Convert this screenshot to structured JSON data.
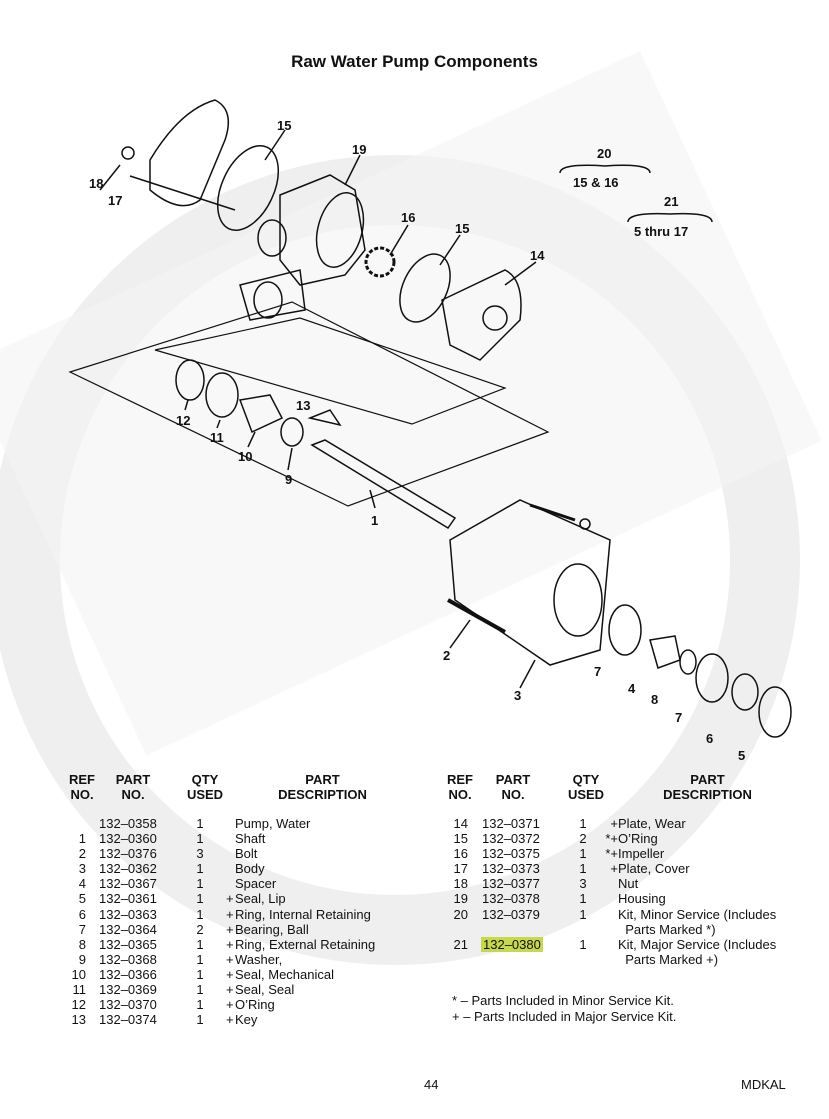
{
  "title": "Raw Water Pump Components",
  "callouts": {
    "c1": "1",
    "c2": "2",
    "c3": "3",
    "c4": "4",
    "c5": "5",
    "c6": "6",
    "c7a": "7",
    "c7b": "7",
    "c8": "8",
    "c9": "9",
    "c10": "10",
    "c11": "11",
    "c12": "12",
    "c13": "13",
    "c14": "14",
    "c15a": "15",
    "c15b": "15",
    "c16": "16",
    "c17": "17",
    "c18": "18",
    "c19": "19",
    "c20": "20",
    "c20_range": "15  &  16",
    "c21": "21",
    "c21_range": "5   thru   17"
  },
  "headers": {
    "ref": "REF\nNO.",
    "part": "PART\nNO.",
    "qty": "QTY\nUSED",
    "desc": "PART\nDESCRIPTION"
  },
  "left_table": {
    "ref": "\n1\n2\n3\n4\n5\n6\n7\n8\n9\n10\n11\n12\n13",
    "part": "132–0358\n132–0360\n132–0376\n132–0362\n132–0367\n132–0361\n132–0363\n132–0364\n132–0365\n132–0368\n132–0366\n132–0369\n132–0370\n132–0374",
    "qty": "1\n1\n3\n1\n1\n1\n1\n2\n1\n1\n1\n1\n1\n1",
    "mark": "\n\n\n\n\n+\n+\n+\n+\n+\n+\n+\n+\n+",
    "desc": "Pump, Water\nShaft\nBolt\nBody\nSpacer\nSeal, Lip\nRing, Internal Retaining\nBearing, Ball\nRing, External Retaining\nWasher,\nSeal, Mechanical\nSeal, Seal\nO’Ring\nKey"
  },
  "right_table": {
    "ref": "14\n15\n16\n17\n18\n19\n20\n\n21",
    "part_top": "132–0371\n132–0372\n132–0375\n132–0373\n132–0377\n132–0378\n132–0379",
    "part_hl": "132–0380",
    "qty": "1\n2\n1\n1\n3\n1\n1\n\n1",
    "mark": "+\n*+\n*+\n+",
    "desc": "Plate, Wear\nO’Ring\nImpeller\nPlate, Cover\nNut\nHousing\nKit, Minor Service (Includes\n  Parts Marked *)\nKit, Major Service (Includes\n  Parts Marked +)"
  },
  "notes": {
    "minor": "*  –  Parts Included in Minor Service Kit.",
    "major": "+  –  Parts Included in Major Service Kit."
  },
  "footer": {
    "page": "44",
    "code": "MDKAL"
  },
  "colors": {
    "highlight": "#c6d94a",
    "watermark": "#ebebeb"
  }
}
